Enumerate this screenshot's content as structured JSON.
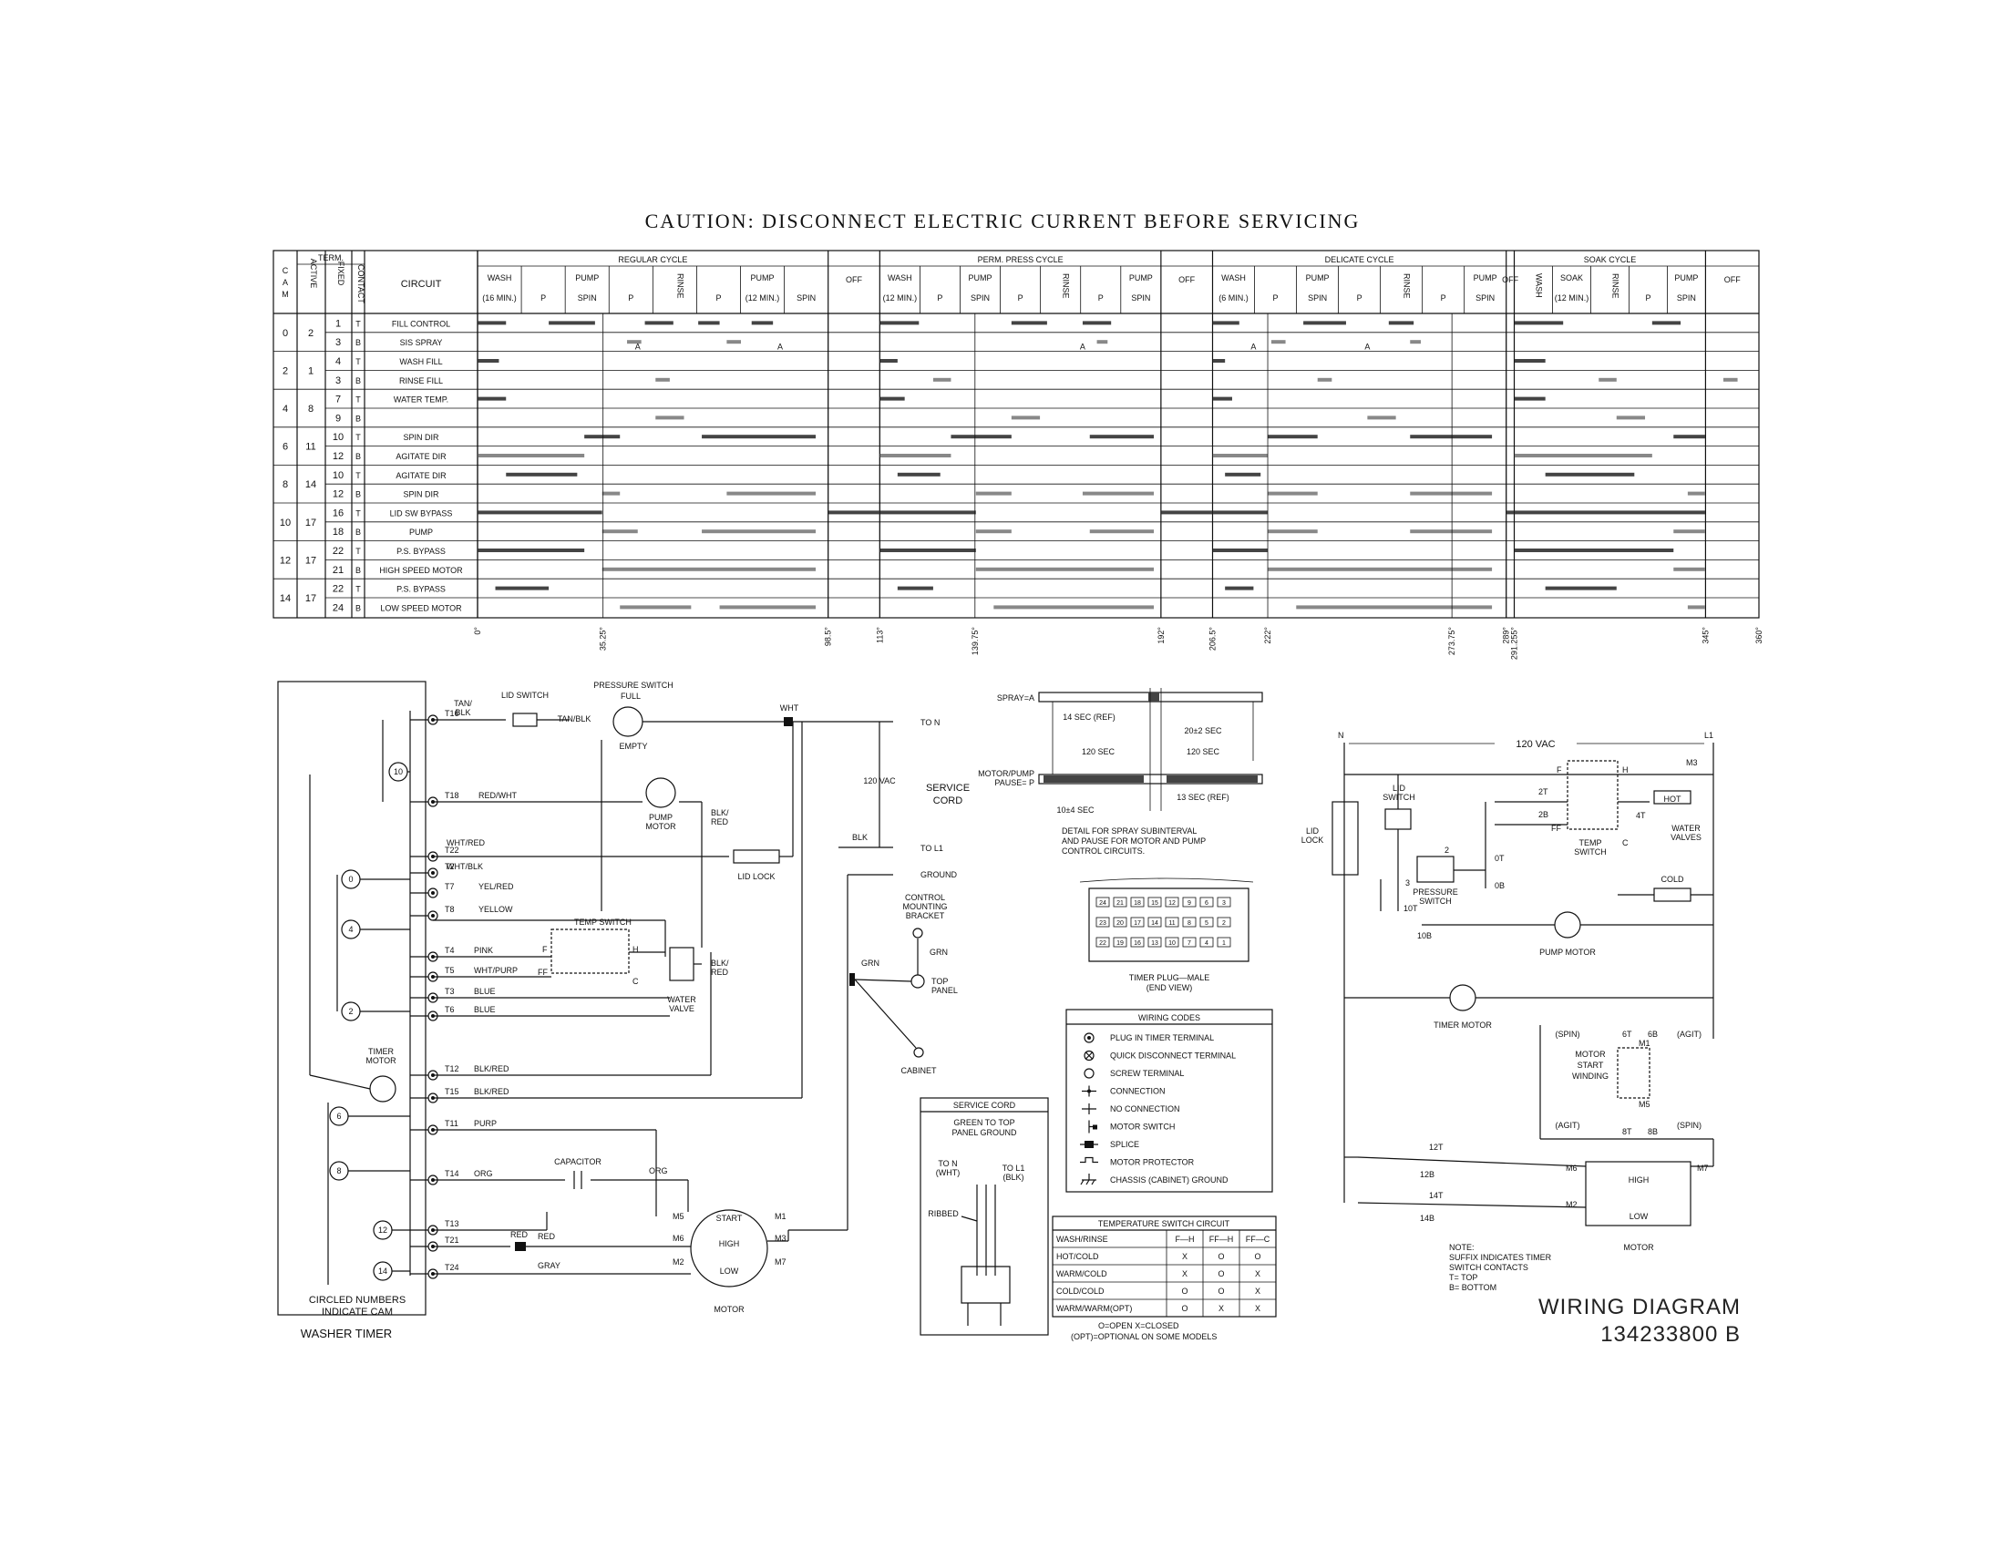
{
  "title": "CAUTION: DISCONNECT ELECTRIC CURRENT BEFORE SERVICING",
  "timer_chart": {
    "header": {
      "cam": "CAM",
      "term": "TERM.",
      "active": "ACTIVE",
      "fixed": "FIXED",
      "contact": "CONTACT",
      "circuit": "CIRCUIT"
    },
    "cycles": [
      {
        "name": "REGULAR CYCLE",
        "segments": [
          {
            "label": "WASH",
            "sub": "(16 MIN.)"
          },
          {
            "label": "P"
          },
          {
            "label": "PUMP",
            "sub": "SPIN"
          },
          {
            "label": "P"
          },
          {
            "label": "RINSE"
          },
          {
            "label": "P"
          },
          {
            "label": "PUMP",
            "sub": "(12 MIN.)"
          },
          {
            "label": "SPIN"
          }
        ]
      },
      {
        "name": "OFF"
      },
      {
        "name": "PERM. PRESS CYCLE",
        "segments": [
          {
            "label": "WASH",
            "sub": "(12 MIN.)"
          },
          {
            "label": "P"
          },
          {
            "label": "PUMP",
            "sub": "SPIN"
          },
          {
            "label": "P"
          },
          {
            "label": "RINSE"
          },
          {
            "label": "P"
          },
          {
            "label": "PUMP",
            "sub": "SPIN"
          }
        ]
      },
      {
        "name": "OFF"
      },
      {
        "name": "DELICATE CYCLE",
        "segments": [
          {
            "label": "WASH",
            "sub": "(6 MIN.)"
          },
          {
            "label": "P"
          },
          {
            "label": "PUMP",
            "sub": "SPIN"
          },
          {
            "label": "P"
          },
          {
            "label": "RINSE"
          },
          {
            "label": "P"
          },
          {
            "label": "PUMP",
            "sub": "SPIN"
          }
        ]
      },
      {
        "name": "OFF"
      },
      {
        "name": "SOAK CYCLE",
        "segments": [
          {
            "label": "WASH"
          },
          {
            "label": "SOAK",
            "sub": "(12 MIN.)"
          },
          {
            "label": "RINSE"
          },
          {
            "label": "P"
          },
          {
            "label": "PUMP",
            "sub": "SPIN"
          }
        ]
      },
      {
        "name": "OFF"
      }
    ],
    "rows": [
      {
        "cam": "0",
        "active": "2",
        "fixed": "1",
        "contact": "T",
        "circuit": "FILL CONTROL"
      },
      {
        "cam": "",
        "active": "",
        "fixed": "3",
        "contact": "B",
        "circuit": "SIS SPRAY"
      },
      {
        "cam": "2",
        "active": "1",
        "fixed": "4",
        "contact": "T",
        "circuit": "WASH FILL"
      },
      {
        "cam": "",
        "active": "",
        "fixed": "3",
        "contact": "B",
        "circuit": "RINSE FILL"
      },
      {
        "cam": "4",
        "active": "8",
        "fixed": "7",
        "contact": "T",
        "circuit": "WATER TEMP."
      },
      {
        "cam": "",
        "active": "",
        "fixed": "9",
        "contact": "B",
        "circuit": ""
      },
      {
        "cam": "6",
        "active": "11",
        "fixed": "10",
        "contact": "T",
        "circuit": "SPIN DIR"
      },
      {
        "cam": "",
        "active": "",
        "fixed": "12",
        "contact": "B",
        "circuit": "AGITATE DIR"
      },
      {
        "cam": "8",
        "active": "14",
        "fixed": "10",
        "contact": "T",
        "circuit": "AGITATE DIR"
      },
      {
        "cam": "",
        "active": "",
        "fixed": "12",
        "contact": "B",
        "circuit": "SPIN DIR"
      },
      {
        "cam": "10",
        "active": "17",
        "fixed": "16",
        "contact": "T",
        "circuit": "LID SW BYPASS"
      },
      {
        "cam": "",
        "active": "",
        "fixed": "18",
        "contact": "B",
        "circuit": "PUMP"
      },
      {
        "cam": "12",
        "active": "17",
        "fixed": "22",
        "contact": "T",
        "circuit": "P.S. BYPASS"
      },
      {
        "cam": "",
        "active": "",
        "fixed": "21",
        "contact": "B",
        "circuit": "HIGH SPEED MOTOR"
      },
      {
        "cam": "14",
        "active": "17",
        "fixed": "22",
        "contact": "T",
        "circuit": "P.S. BYPASS"
      },
      {
        "cam": "",
        "active": "",
        "fixed": "24",
        "contact": "B",
        "circuit": "LOW SPEED MOTOR"
      }
    ],
    "degrees": [
      "0°",
      "35.25°",
      "98.5°",
      "113°",
      "139.75°",
      "192°",
      "206.5°",
      "222°",
      "273.75°",
      "289°",
      "291.255°",
      "345°",
      "360°"
    ],
    "spray_marker": "A"
  },
  "left_schematic": {
    "terminals": [
      "T16",
      "T18",
      "T22",
      "T2",
      "T7",
      "T8",
      "T4",
      "T5",
      "T3",
      "T6",
      "T12",
      "T15",
      "T11",
      "T14",
      "T13",
      "T21",
      "T24"
    ],
    "wire_labels": [
      "TAN/BLK",
      "RED/WHT",
      "WHT/RED",
      "WHT/BLK",
      "YEL/RED",
      "YELLOW",
      "PINK",
      "WHT/PURP",
      "BLUE",
      "BLUE",
      "BLK/RED",
      "BLK/RED",
      "PURP",
      "ORG",
      "RED",
      "GRAY"
    ],
    "cams": [
      "10",
      "0",
      "4",
      "2",
      "6",
      "8",
      "12",
      "14"
    ],
    "labels": {
      "lid_switch": "LID SWITCH",
      "pressure_switch": "PRESSURE SWITCH",
      "full": "FULL",
      "empty": "EMPTY",
      "tan_blk_2": "TAN/BLK",
      "pump_motor": "PUMP MOTOR",
      "blk_red": "BLK/RED",
      "lid_lock": "LID LOCK",
      "temp_switch": "TEMP SWITCH",
      "water_valve": "WATER VALVE",
      "timer_motor": "TIMER MOTOR",
      "capacitor": "CAPACITOR",
      "org": "ORG",
      "start": "START",
      "high": "HIGH",
      "low": "LOW",
      "motor": "MOTOR",
      "circled_note": "CIRCLED NUMBERS INDICATE CAM",
      "washer_timer": "WASHER TIMER",
      "wht": "WHT",
      "blk": "BLK",
      "to_n": "TO N",
      "to_l1": "TO L1",
      "ground": "GROUND",
      "vac": "120 VAC",
      "service_cord": "SERVICE CORD",
      "control_bracket": "CONTROL MOUNTING BRACKET",
      "grn": "GRN",
      "top_panel": "TOP PANEL",
      "cabinet": "CABINET"
    }
  },
  "spray_detail": {
    "spray": "SPRAY=A",
    "motor_pause": "MOTOR/PUMP PAUSE= P",
    "t1": "14 SEC (REF)",
    "t2": "20±2 SEC",
    "t3": "120 SEC",
    "t4": "120 SEC",
    "t5": "13 SEC (REF)",
    "t6": "10±4 SEC",
    "note": "DETAIL FOR SPRAY SUBINTERVAL AND PAUSE FOR MOTOR AND PUMP CONTROL CIRCUITS."
  },
  "timer_plug": {
    "top_row": [
      "24",
      "21",
      "18",
      "15",
      "12",
      "9",
      "6",
      "3"
    ],
    "mid_row": [
      "23",
      "20",
      "17",
      "14",
      "11",
      "8",
      "5",
      "2"
    ],
    "bot_row": [
      "22",
      "19",
      "16",
      "13",
      "10",
      "7",
      "4",
      "1"
    ],
    "caption": "TIMER PLUG—MALE (END VIEW)"
  },
  "wiring_codes": {
    "title": "WIRING CODES",
    "items": [
      "PLUG IN TIMER TERMINAL",
      "QUICK DISCONNECT TERMINAL",
      "SCREW TERMINAL",
      "CONNECTION",
      "NO CONNECTION",
      "MOTOR SWITCH",
      "SPLICE",
      "MOTOR PROTECTOR",
      "CHASSIS (CABINET) GROUND"
    ]
  },
  "service_cord_box": {
    "title": "SERVICE CORD",
    "note": "GREEN TO TOP PANEL GROUND",
    "to_n": "TO N (WHT)",
    "to_l1": "TO L1 (BLK)",
    "ribbed": "RIBBED"
  },
  "temp_table": {
    "title": "TEMPERATURE SWITCH CIRCUIT",
    "headers": [
      "WASH/RINSE",
      "F—H",
      "FF—H",
      "FF—C"
    ],
    "rows": [
      [
        "HOT/COLD",
        "X",
        "O",
        "O"
      ],
      [
        "WARM/COLD",
        "X",
        "O",
        "X"
      ],
      [
        "COLD/COLD",
        "O",
        "O",
        "X"
      ],
      [
        "WARM/WARM(OPT)",
        "O",
        "X",
        "X"
      ]
    ],
    "legend1": "O=OPEN     X=CLOSED",
    "legend2": "(OPT)=OPTIONAL ON SOME MODELS"
  },
  "right_schematic": {
    "n": "N",
    "l1": "L1",
    "vac": "120 VAC",
    "m3": "M3",
    "lid_lock": "LID LOCK",
    "lid_switch": "LID SWITCH",
    "pressure_switch": "PRESSURE SWITCH",
    "temp_switch": "TEMP SWITCH",
    "hot": "HOT",
    "cold": "COLD",
    "water_valves": "WATER VALVES",
    "pump_motor": "PUMP MOTOR",
    "timer_motor": "TIMER MOTOR",
    "motor_start": "MOTOR START WINDING",
    "motor": "MOTOR",
    "high": "HIGH",
    "low": "LOW",
    "spin": "(SPIN)",
    "agit": "(AGIT)",
    "note1": "NOTE:",
    "note2": "SUFFIX INDICATES TIMER",
    "note3": "SWITCH CONTACTS",
    "note4": "T= TOP",
    "note5": "B= BOTTOM",
    "terminals": [
      "2T",
      "2B",
      "4T",
      "0T",
      "0B",
      "10T",
      "10B",
      "6T",
      "6B",
      "8T",
      "8B",
      "12T",
      "12B",
      "14T",
      "14B",
      "M1",
      "M5",
      "M6",
      "M7",
      "M2",
      "F",
      "FF",
      "H",
      "C",
      "3",
      "2"
    ]
  },
  "footer": {
    "title": "WIRING DIAGRAM",
    "number": "134233800 B"
  }
}
